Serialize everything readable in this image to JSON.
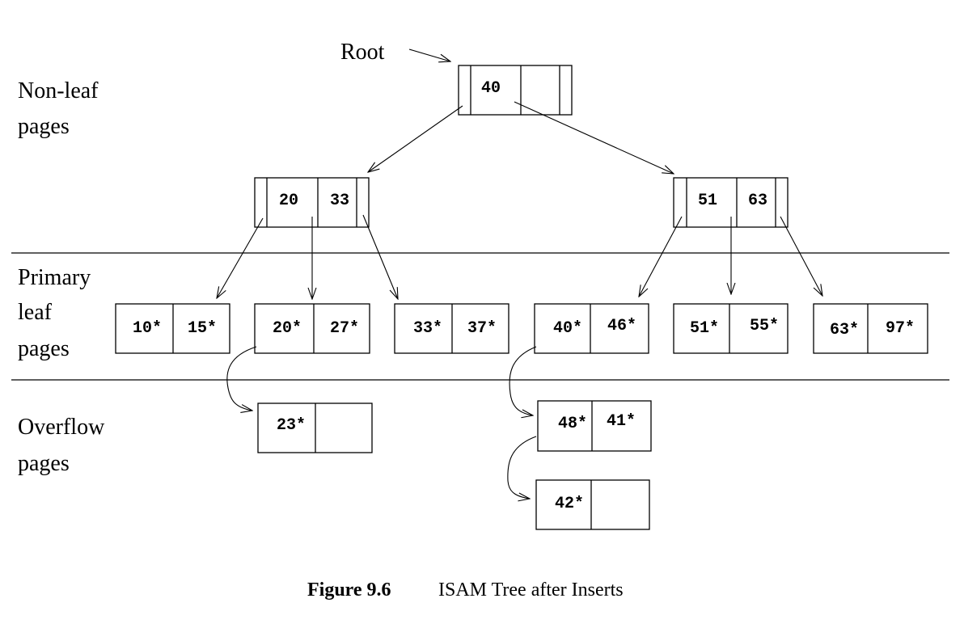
{
  "labels": {
    "root": "Root",
    "nonleaf_line1": "Non-leaf",
    "nonleaf_line2": "pages",
    "primary_line1": "Primary",
    "primary_line2": "leaf",
    "primary_line3": "pages",
    "overflow_line1": "Overflow",
    "overflow_line2": "pages"
  },
  "root_node": {
    "key1": "40",
    "key2": ""
  },
  "index_nodes": [
    {
      "key1": "20",
      "key2": "33"
    },
    {
      "key1": "51",
      "key2": "63"
    }
  ],
  "leaf_pages": [
    {
      "e1": "10*",
      "e2": "15*"
    },
    {
      "e1": "20*",
      "e2": "27*"
    },
    {
      "e1": "33*",
      "e2": "37*"
    },
    {
      "e1": "40*",
      "e2": "46*"
    },
    {
      "e1": "51*",
      "e2": "55*"
    },
    {
      "e1": "63*",
      "e2": "97*"
    }
  ],
  "overflow_pages": [
    {
      "e1": "23*",
      "e2": ""
    },
    {
      "e1": "48*",
      "e2": "41*"
    },
    {
      "e1": "42*",
      "e2": ""
    }
  ],
  "caption": {
    "figure": "Figure 9.6",
    "text": "ISAM Tree after Inserts"
  }
}
